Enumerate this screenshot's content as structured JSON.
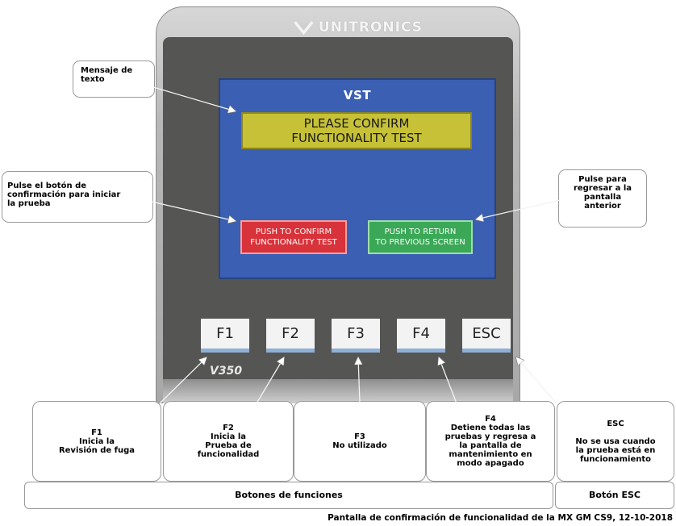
{
  "brand": "UNITRONICS",
  "model": "V350",
  "screen": {
    "title": "VST",
    "message_lines": [
      "PLEASE CONFIRM",
      "FUNCTIONALITY TEST"
    ],
    "confirm_button_lines": [
      "PUSH TO CONFIRM",
      "FUNCTIONALITY TEST"
    ],
    "return_button_lines": [
      "PUSH TO RETURN",
      "TO PREVIOUS SCREEN"
    ]
  },
  "function_keys": [
    "F1",
    "F2",
    "F3",
    "F4",
    "ESC"
  ],
  "callouts": {
    "text_message": [
      "Mensaje de",
      "texto"
    ],
    "confirm_hint": [
      "Pulse el botón de",
      "confirmación para iniciar",
      "la prueba"
    ],
    "return_hint": [
      "Pulse para",
      "regresar a la",
      "pantalla",
      "anterior"
    ]
  },
  "key_descriptions": [
    {
      "lines": [
        "F1",
        "Inicia la",
        "Revisión de fuga"
      ]
    },
    {
      "lines": [
        "F2",
        "Inicia la",
        "Prueba de",
        "funcionalidad"
      ]
    },
    {
      "lines": [
        "F3",
        "No utilizado"
      ]
    },
    {
      "lines": [
        "F4",
        "Detiene todas las",
        "pruebas y regresa a",
        "la pantalla de",
        "mantenimiento en",
        "modo apagado"
      ]
    },
    {
      "lines": [
        "ESC",
        "",
        "No se usa cuando",
        "la prueba está en",
        "funcionamiento"
      ]
    }
  ],
  "groups": {
    "function_buttons": "Botones de funciones",
    "esc_button": "Botón ESC"
  },
  "caption": "Pantalla de confirmación de funcionalidad de la MX GM CS9, 12-10-2018",
  "colors": {
    "screen_bg": "#3b5fb2",
    "message_bg": "#c6c136",
    "confirm_bg": "#d8323a",
    "return_bg": "#3aa856",
    "panel_bg": "#555553"
  }
}
